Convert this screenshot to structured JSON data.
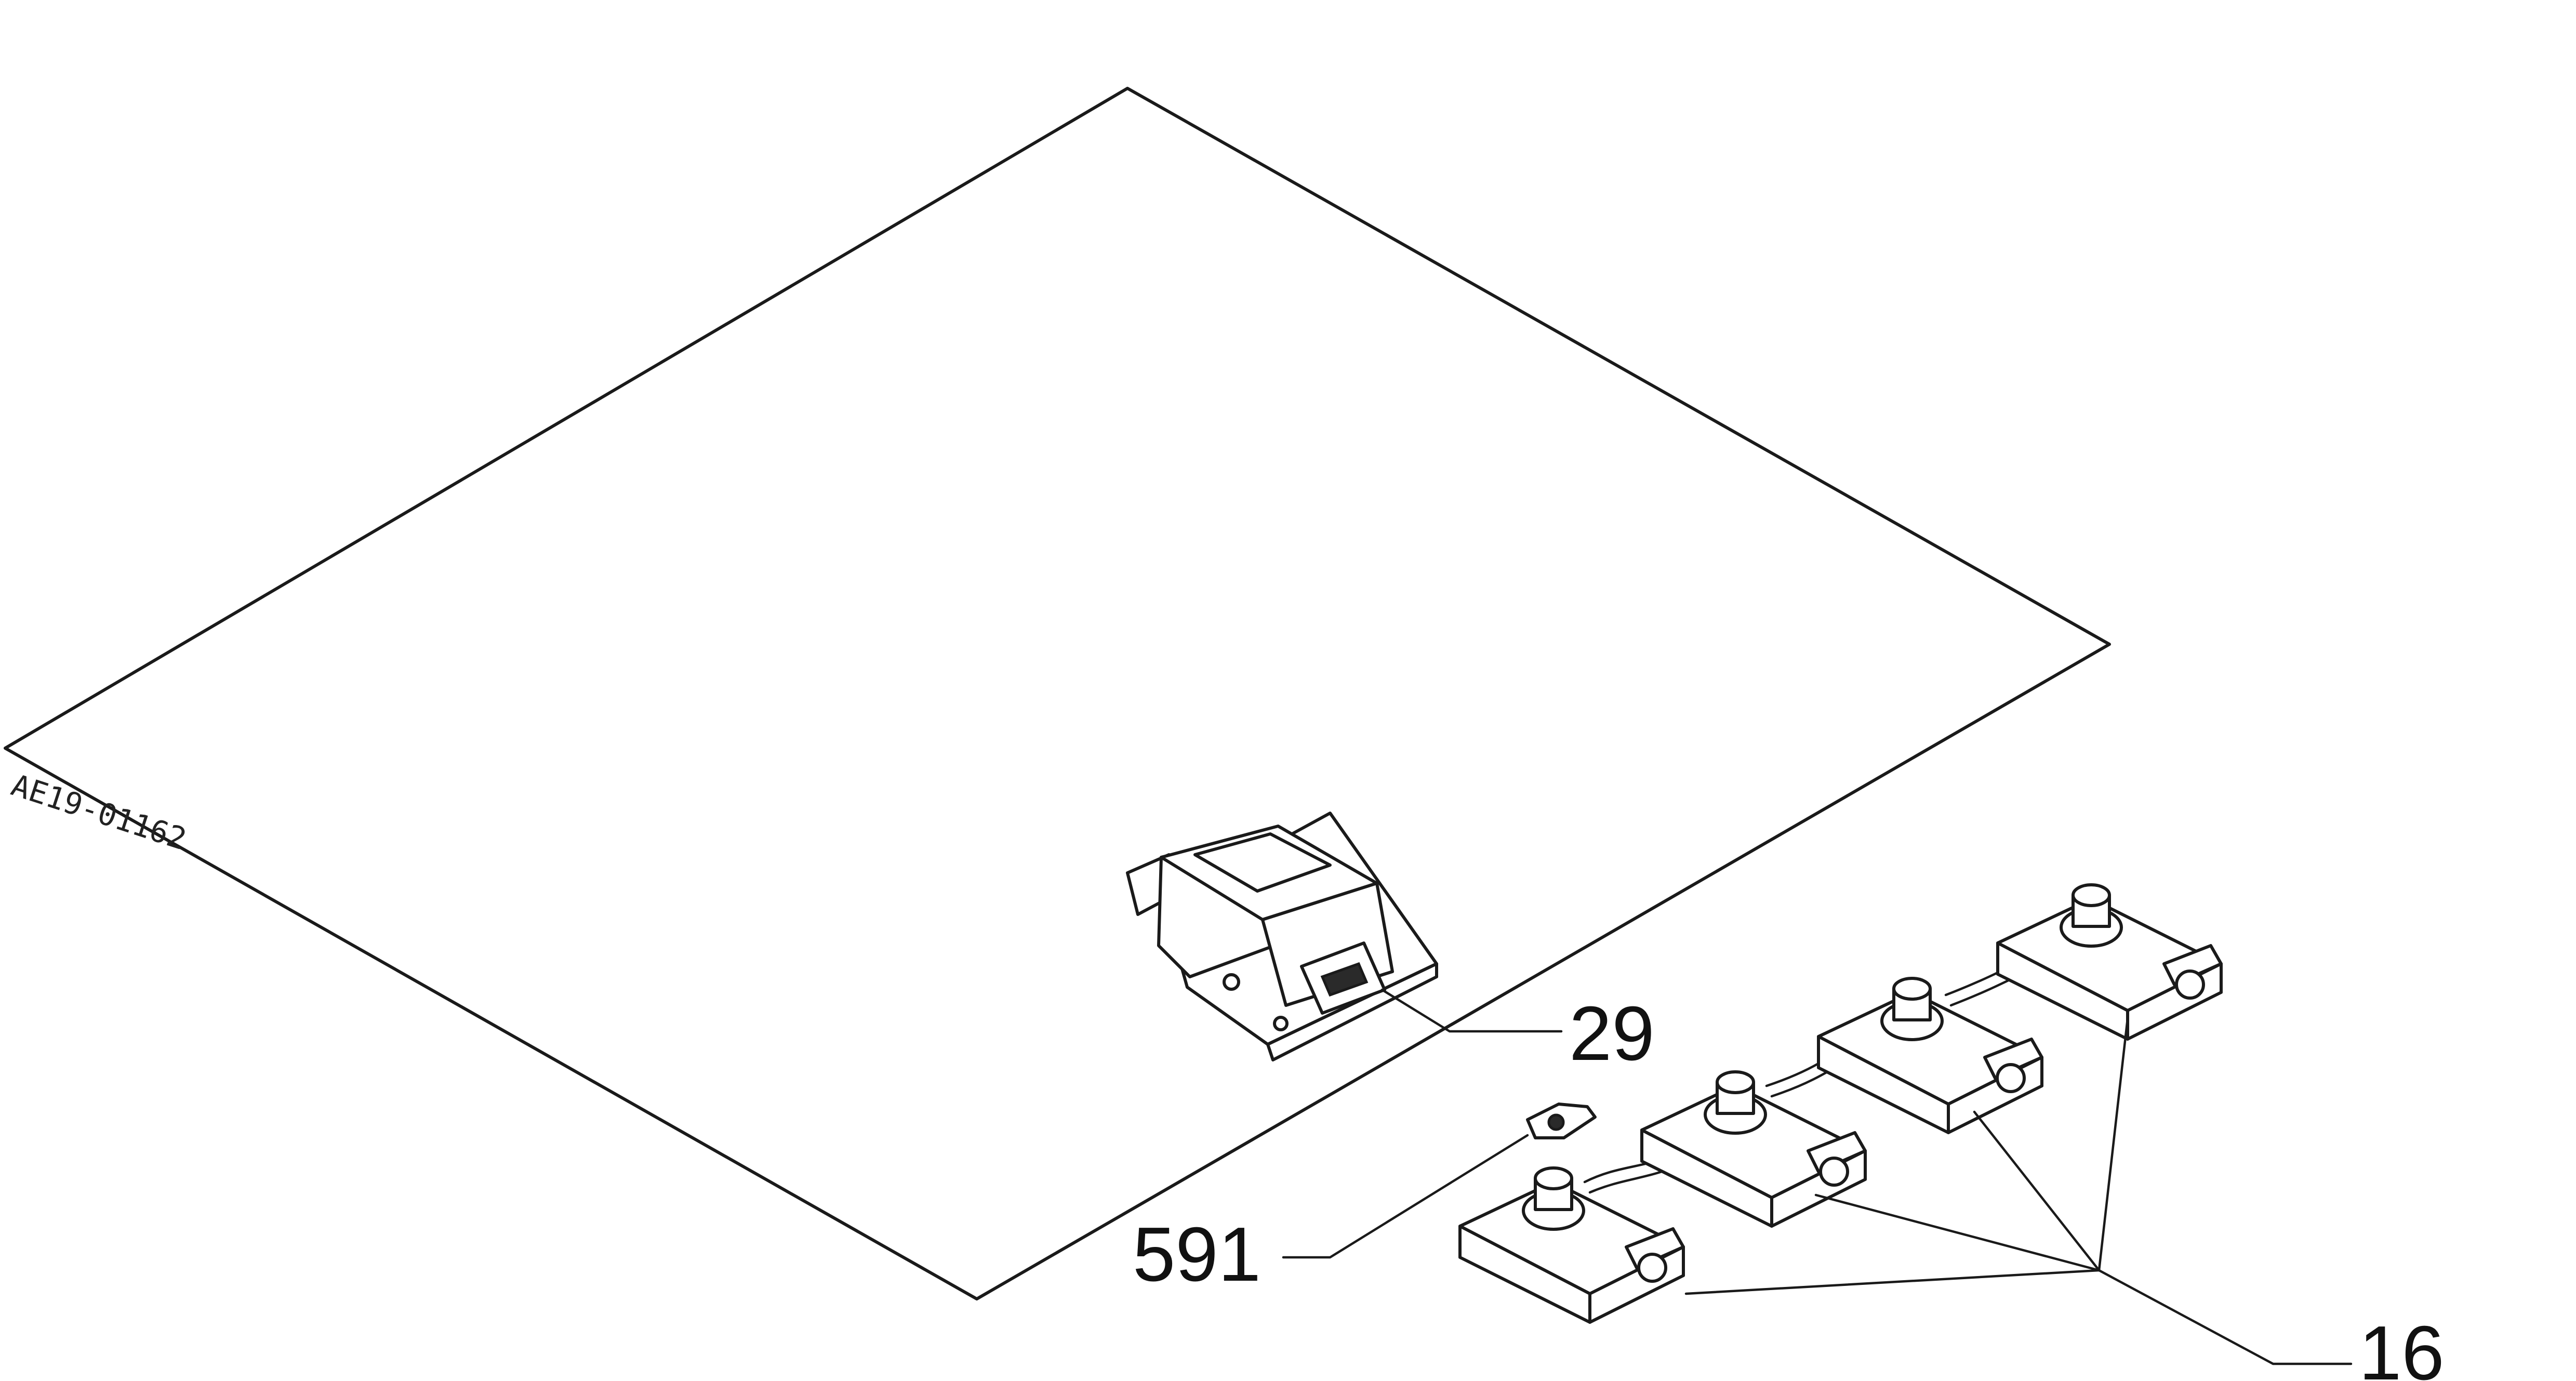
{
  "diagram": {
    "drawing_code": "AE19-01162",
    "callouts": {
      "upper_part": "29",
      "small_part": "591",
      "switch_set": "16"
    }
  },
  "colors": {
    "ink": "#1a1a1a",
    "paper": "#ffffff"
  }
}
